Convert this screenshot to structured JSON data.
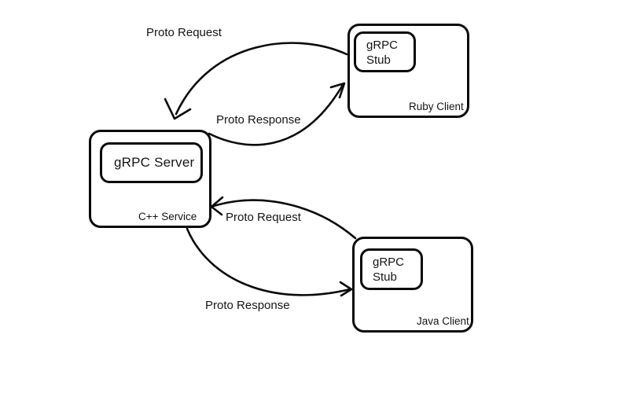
{
  "nodes": {
    "cpp_service": {
      "caption": "C++ Service",
      "inner_label": "gRPC Server"
    },
    "ruby_client": {
      "caption": "Ruby Client",
      "stub_line1": "gRPC",
      "stub_line2": "Stub"
    },
    "java_client": {
      "caption": "Java Client",
      "stub_line1": "gRPC",
      "stub_line2": "Stub"
    }
  },
  "edges": {
    "ruby_request": "Proto Request",
    "ruby_response": "Proto Response",
    "java_request": "Proto Request",
    "java_response": "Proto Response"
  },
  "colors": {
    "stroke": "#0a0a0a",
    "background": "#ffffff",
    "text": "#151515"
  }
}
